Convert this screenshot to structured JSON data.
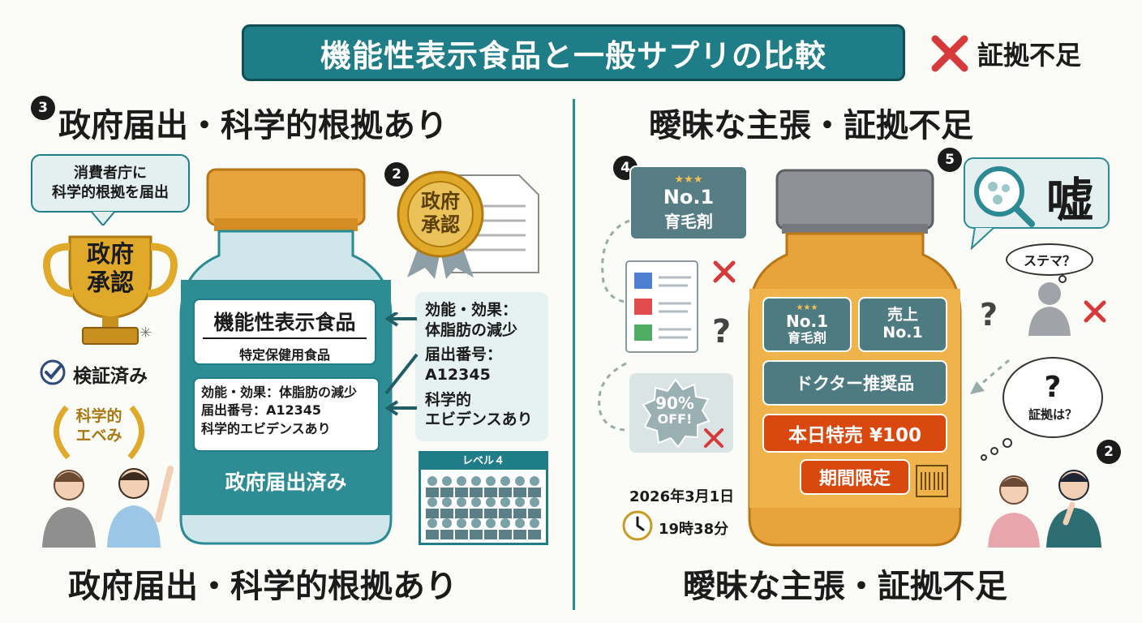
{
  "header": {
    "title": "機能性表示食品と一般サプリの比較",
    "legend_label": "証拠不足"
  },
  "left": {
    "badge_top": "3",
    "heading": "政府届出・科学的根拠あり",
    "bubble": [
      "消費者庁に",
      "科学的根拠を届出"
    ],
    "trophy": [
      "政府",
      "承認"
    ],
    "verified": "検証済み",
    "wreath": [
      "科学的",
      "エベみ"
    ],
    "bottle_title": "機能性表示食品",
    "bottle_subtitle": "特定保健用食品",
    "bottle_details": [
      "効能・効果：体脂肪の減少",
      "届出番号：A12345",
      "科学的エビデンスあり"
    ],
    "bottle_band": "政府届出済み",
    "badge_medal": "2",
    "medal": [
      "政府",
      "承認"
    ],
    "info": {
      "effect_label": "効能・効果：",
      "effect_value": "体脂肪の減少",
      "number_label": "届出番号：",
      "number_value": "A12345",
      "evidence_1": "科学的",
      "evidence_2": "エビデンスあり"
    },
    "photo_title": "レベル４",
    "footer": "政府届出・科学的根拠あり"
  },
  "right": {
    "heading": "曖昧な主張・証拠不足",
    "badge_ad": "4",
    "ad_no1": "No.1",
    "ad_product": "育毛剤",
    "badge_lie": "5",
    "lie": "嘘",
    "stema": "ステマ？",
    "evidence_q": "証拠は？",
    "badge_people": "2",
    "sale_percent": "90%",
    "sale_off": "OFF!",
    "bottle": {
      "no1_a": "No.1",
      "no1_a_sub": "育毛剤",
      "no1_b": "売上",
      "no1_b_sub": "No.1",
      "doctor": "ドクター推奨品",
      "price": "本日特売 ¥100",
      "limited": "期間限定"
    },
    "date": "2026年3月1日",
    "time": "19時38分",
    "footer": "曖昧な主張・証拠不足"
  },
  "colors": {
    "teal": "#1e7d86",
    "orange": "#e8a33a",
    "red": "#d63a3a",
    "gold": "#e0a92a"
  }
}
